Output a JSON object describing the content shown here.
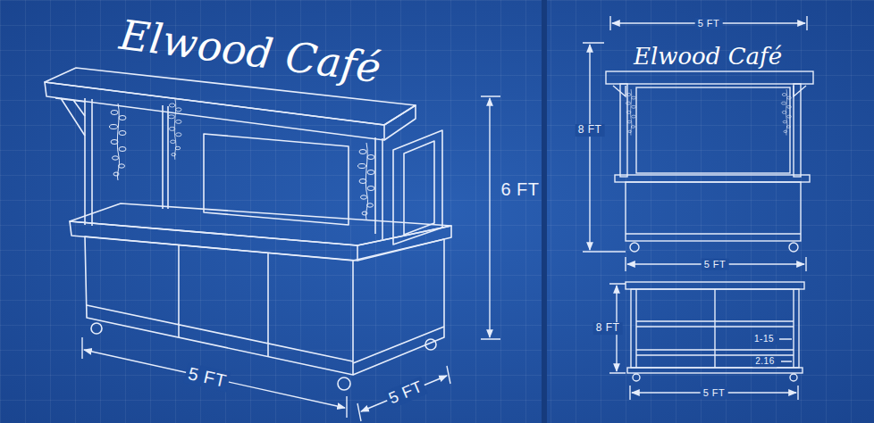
{
  "diagram": {
    "labels": [
      "Elwood Café",
      "6 FT",
      "5 FT",
      "5 FT",
      "5 FT",
      "Elwood Café",
      "8 FT",
      "5 FT",
      "8 FT",
      "1-15",
      "2.16",
      "5 FT"
    ]
  }
}
